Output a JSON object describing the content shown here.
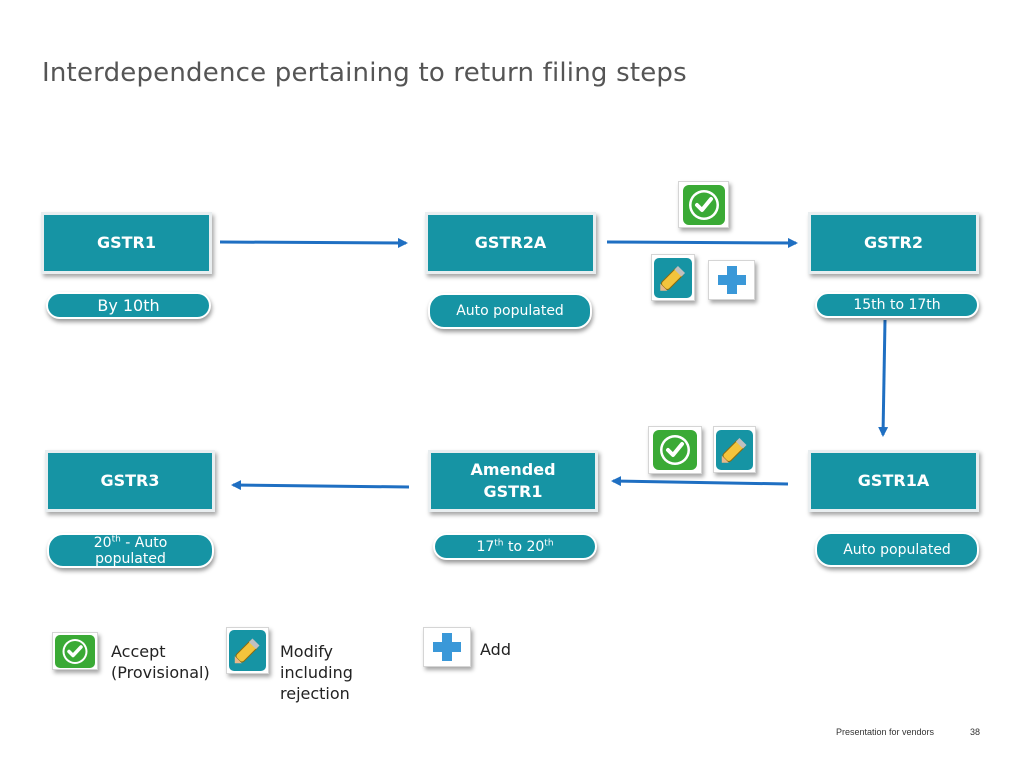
{
  "title": "Interdependence pertaining to return filing steps",
  "boxes": {
    "gstr1": "GSTR1",
    "gstr2a": "GSTR2A",
    "gstr2": "GSTR2",
    "gstr3": "GSTR3",
    "amended_gstr1_line1": "Amended",
    "amended_gstr1_line2": "GSTR1",
    "gstr1a": "GSTR1A"
  },
  "pills": {
    "gstr1": "By 10th",
    "gstr2a": "Auto populated",
    "gstr2": "15th to 17th",
    "gstr3_num": "20",
    "gstr3_sup": "th",
    "gstr3_rest_line1": " - Auto",
    "gstr3_line2": "populated",
    "amended_num1": "17",
    "amended_sup1": "th",
    "amended_mid": " to 20",
    "amended_sup2": "th",
    "gstr1a": "Auto populated"
  },
  "legend": {
    "accept_line1": "Accept",
    "accept_line2": "(Provisional)",
    "modify_line1": "Modify",
    "modify_line2": "including",
    "modify_line3": "rejection",
    "add": "Add"
  },
  "icons": {
    "accept": "check-icon",
    "modify": "pencil-icon",
    "add": "plus-icon"
  },
  "colors": {
    "box": "#1694a4",
    "arrow": "#1f6fc2",
    "accept_green": "#3aaa35",
    "add_blue": "#3a98d8",
    "pencil_yellow": "#f3c43c"
  },
  "footer": {
    "label": "Presentation for vendors",
    "page": "38"
  }
}
